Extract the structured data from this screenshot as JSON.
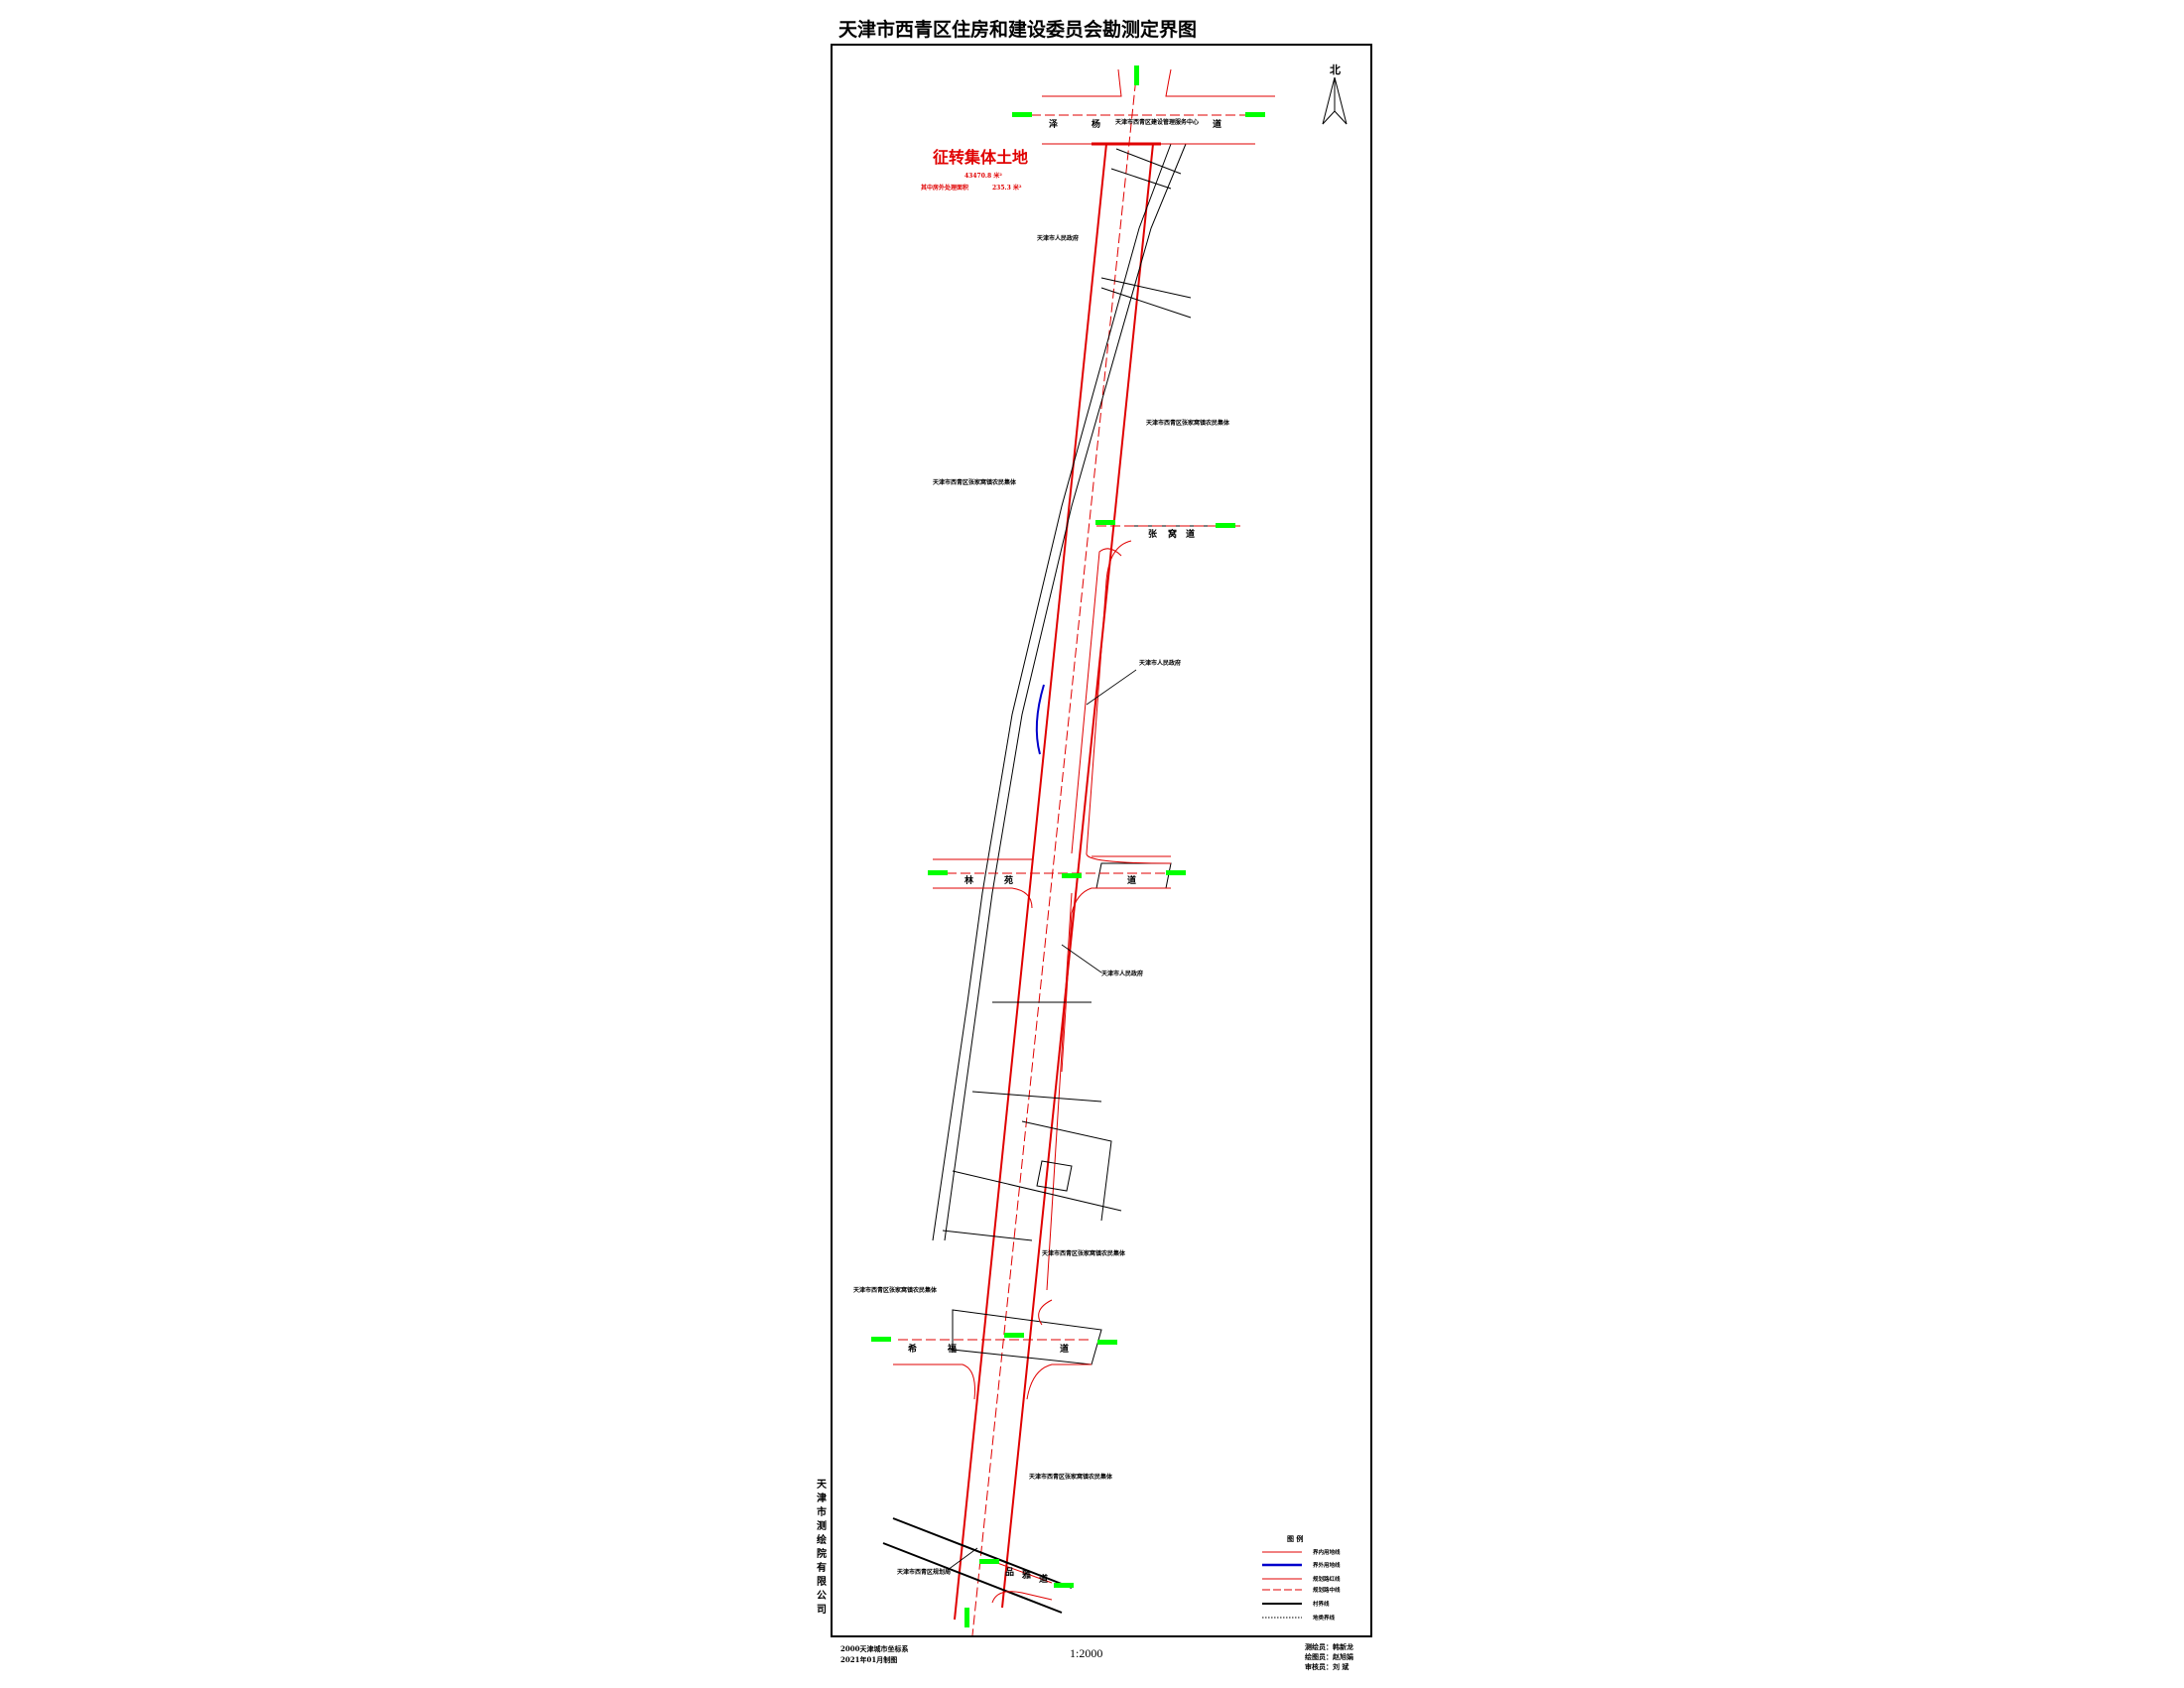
{
  "title": "天津市西青区住房和建设委员会勘测定界图",
  "north_label": "北",
  "land_summary": {
    "heading": "征转集体土地",
    "area": "43470.8 米²",
    "sub_label": "其中房外处理面积",
    "sub_area": "235.3 米²"
  },
  "roads": [
    {
      "name_chars": [
        "泽",
        "杨",
        "道"
      ]
    },
    {
      "name_chars": [
        "张",
        "窝",
        "道"
      ]
    },
    {
      "name_chars": [
        "林",
        "苑",
        "道"
      ]
    },
    {
      "name_chars": [
        "希",
        "福",
        "道"
      ]
    },
    {
      "name_chars": [
        "品",
        "雅",
        "道"
      ]
    }
  ],
  "map_labels": [
    "天津市西青区建设管理服务中心",
    "天津市人民政府",
    "天津市西青区张家窝镇农民集体",
    "天津市西青区张家窝镇农民集体",
    "天津市人民政府",
    "天津市人民政府",
    "天津市西青区张家窝镇农民集体",
    "天津市西青区张家窝镇农民集体",
    "天津市西青区张家窝镇农民集体",
    "天津市西青区规划局"
  ],
  "legend": {
    "title": "图 例",
    "items": [
      {
        "label": "界内用地线",
        "color": "#e00000",
        "style": "solid"
      },
      {
        "label": "界外用地线",
        "color": "#0000cc",
        "style": "thick"
      },
      {
        "label": "规划路红线",
        "color": "#e00000",
        "style": "solid"
      },
      {
        "label": "规划路中线",
        "color": "#e00000",
        "style": "dashed"
      },
      {
        "label": "村界线",
        "color": "#000000",
        "style": "thick"
      },
      {
        "label": "地类界线",
        "color": "#000000",
        "style": "dotted"
      }
    ]
  },
  "staff": [
    "测绘员：韩新龙",
    "绘图员：赵旭娟",
    "审核员：刘  斌"
  ],
  "company_vertical": "天津市测绘院有限公司",
  "coordinate_system": "2000天津城市坐标系",
  "date": "2021年01月制图",
  "scale": "1:2000",
  "colors": {
    "boundary": "#e00000",
    "outside": "#0000cc",
    "coord_tag": "#00ff00"
  }
}
